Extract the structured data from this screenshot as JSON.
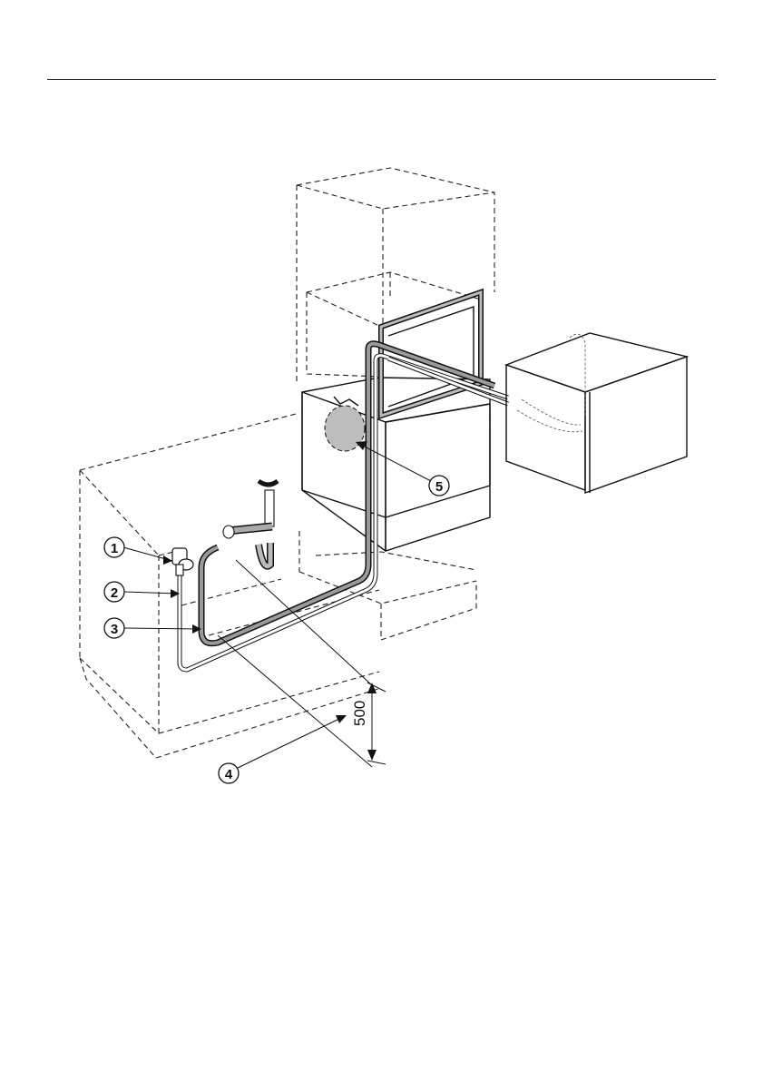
{
  "figure": {
    "callouts": [
      {
        "id": "callout-1",
        "label": "1"
      },
      {
        "id": "callout-2",
        "label": "2"
      },
      {
        "id": "callout-3",
        "label": "3"
      },
      {
        "id": "callout-4",
        "label": "4"
      },
      {
        "id": "callout-5",
        "label": "5"
      }
    ],
    "dimension_label": "500",
    "colors": {
      "line": "#111111",
      "hose_fill": "#9a9a9a",
      "drawer_front": "#d9d9d9",
      "hatch": "#c8c8c8"
    }
  }
}
